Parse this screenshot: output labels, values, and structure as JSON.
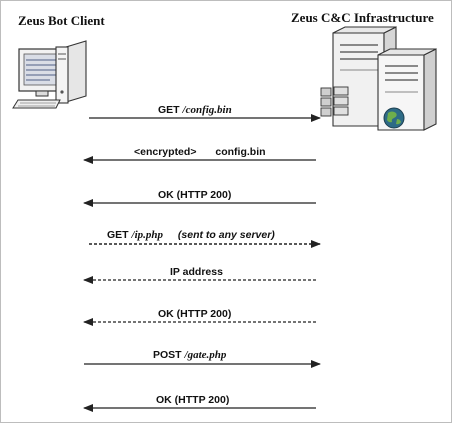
{
  "client": {
    "title": "Zeus Bot Client"
  },
  "server": {
    "title": "Zeus C&C Infrastructure"
  },
  "messages": [
    {
      "method": "GET",
      "path": "/config.bin",
      "direction": "to-server",
      "style": "solid"
    },
    {
      "text": "<encrypted>",
      "text2": "config.bin",
      "direction": "to-client",
      "style": "solid"
    },
    {
      "text": "OK (HTTP 200)",
      "direction": "to-client",
      "style": "solid"
    },
    {
      "method": "GET",
      "path": "/ip.php",
      "note": "(sent to any server)",
      "direction": "to-server",
      "style": "dashed"
    },
    {
      "text": "IP address",
      "direction": "to-client",
      "style": "dashed"
    },
    {
      "text": "OK (HTTP 200)",
      "direction": "to-client",
      "style": "dashed"
    },
    {
      "method": "POST",
      "path": "/gate.php",
      "direction": "to-server",
      "style": "solid"
    },
    {
      "text": "OK (HTTP 200)",
      "direction": "to-client",
      "style": "solid"
    }
  ],
  "colors": {
    "line": "#222222",
    "text": "#111111",
    "globe": "#2e6b86"
  }
}
